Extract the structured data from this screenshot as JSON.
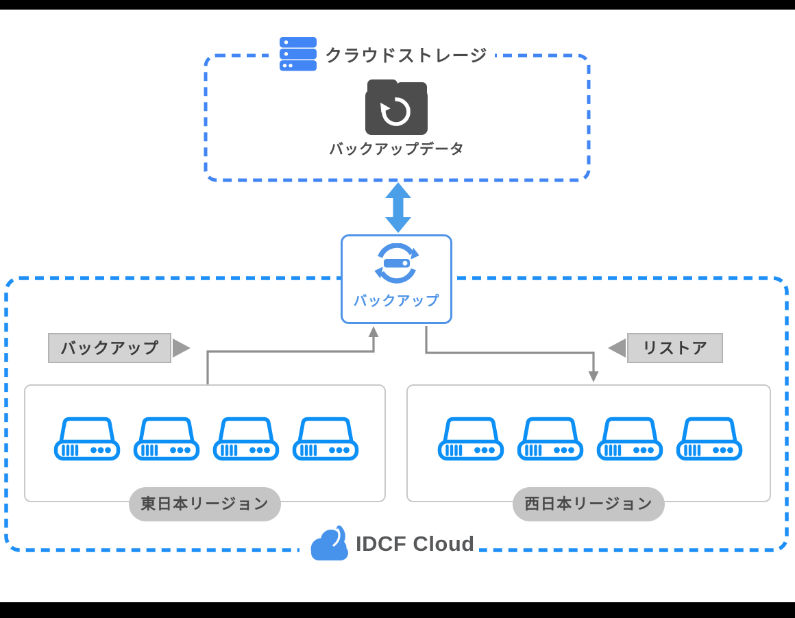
{
  "cloud_storage": {
    "title": "クラウドストレージ",
    "data_label": "バックアップデータ"
  },
  "backup_node": {
    "label": "バックアップ"
  },
  "flows": {
    "backup_label": "バックアップ",
    "restore_label": "リストア"
  },
  "regions": [
    {
      "name": "東日本リージョン",
      "server_count": 4
    },
    {
      "name": "西日本リージョン",
      "server_count": 4
    }
  ],
  "provider": {
    "name": "IDCF Cloud"
  },
  "colors": {
    "storage_dash_blue": "#4285f4",
    "idcf_dash_blue": "#1e8ff7",
    "server_blue": "#0d90f5",
    "node_blue": "#4f94e8",
    "big_arrow_blue": "#4a9fe8",
    "folder_gray": "#4d4d4d",
    "connector_gray": "#8f8f8f",
    "flow_label_bg": "#d3d3d3",
    "flow_arrow_gray": "#9c9c9c",
    "region_pill_bg": "#c5c5c5",
    "text_dark": "#4a4a4a"
  }
}
